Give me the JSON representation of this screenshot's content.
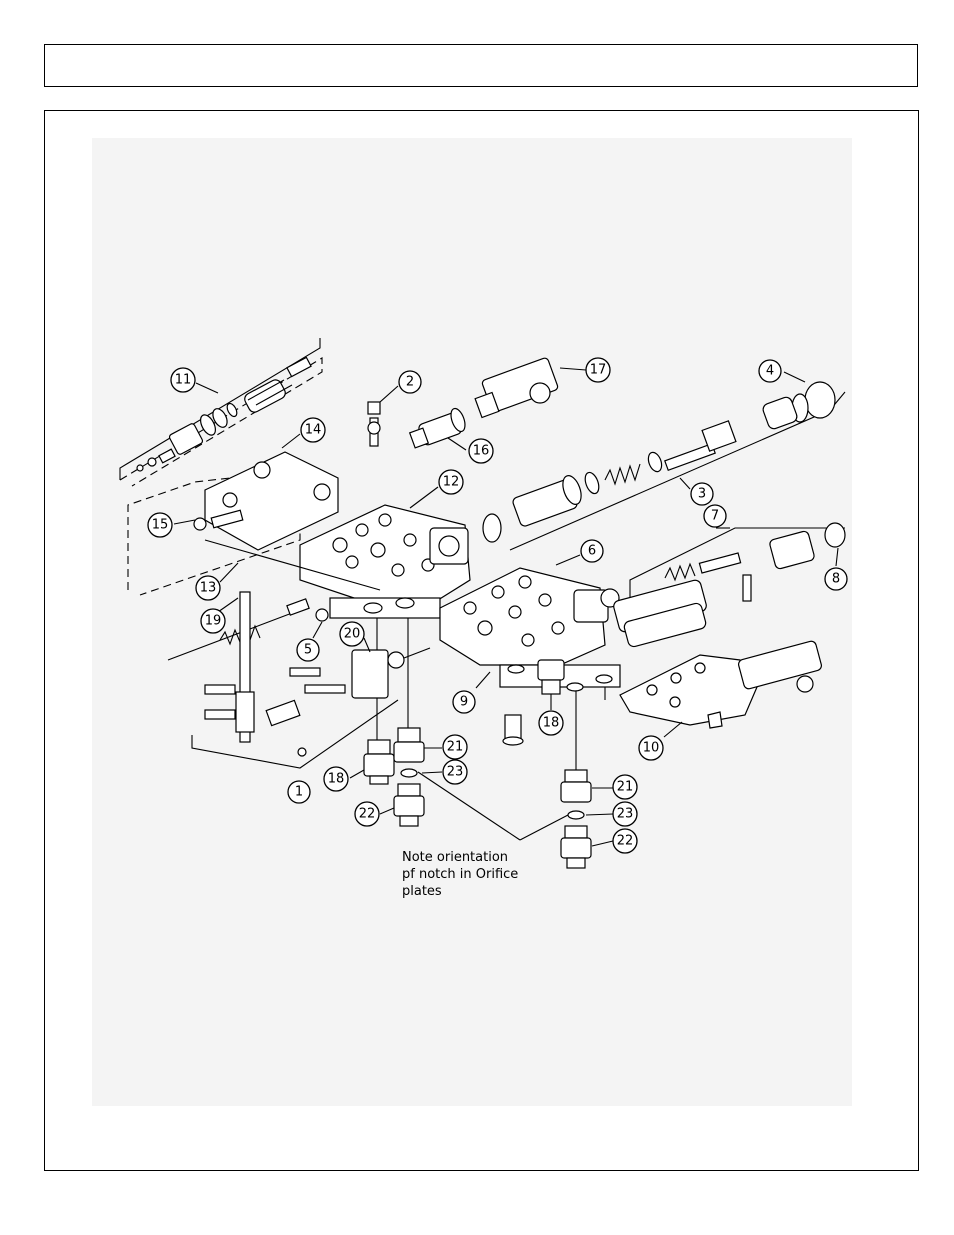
{
  "header": {
    "title": ""
  },
  "diagram": {
    "callouts": [
      {
        "id": "c11",
        "label": "11"
      },
      {
        "id": "c2",
        "label": "2"
      },
      {
        "id": "c17",
        "label": "17"
      },
      {
        "id": "c4",
        "label": "4"
      },
      {
        "id": "c14",
        "label": "14"
      },
      {
        "id": "c16",
        "label": "16"
      },
      {
        "id": "c12",
        "label": "12"
      },
      {
        "id": "c3",
        "label": "3"
      },
      {
        "id": "c7",
        "label": "7"
      },
      {
        "id": "c15",
        "label": "15"
      },
      {
        "id": "c13",
        "label": "13"
      },
      {
        "id": "c6",
        "label": "6"
      },
      {
        "id": "c8",
        "label": "8"
      },
      {
        "id": "c19",
        "label": "19"
      },
      {
        "id": "c5",
        "label": "5"
      },
      {
        "id": "c20",
        "label": "20"
      },
      {
        "id": "c9",
        "label": "9"
      },
      {
        "id": "c18a",
        "label": "18"
      },
      {
        "id": "c10",
        "label": "10"
      },
      {
        "id": "c21a",
        "label": "21"
      },
      {
        "id": "c18b",
        "label": "18"
      },
      {
        "id": "c23a",
        "label": "23"
      },
      {
        "id": "c1",
        "label": "1"
      },
      {
        "id": "c21b",
        "label": "21"
      },
      {
        "id": "c22a",
        "label": "22"
      },
      {
        "id": "c23b",
        "label": "23"
      },
      {
        "id": "c22b",
        "label": "22"
      }
    ],
    "note": {
      "line1": "Note orientation",
      "line2": "pf notch in Orifice",
      "line3": "plates"
    }
  }
}
